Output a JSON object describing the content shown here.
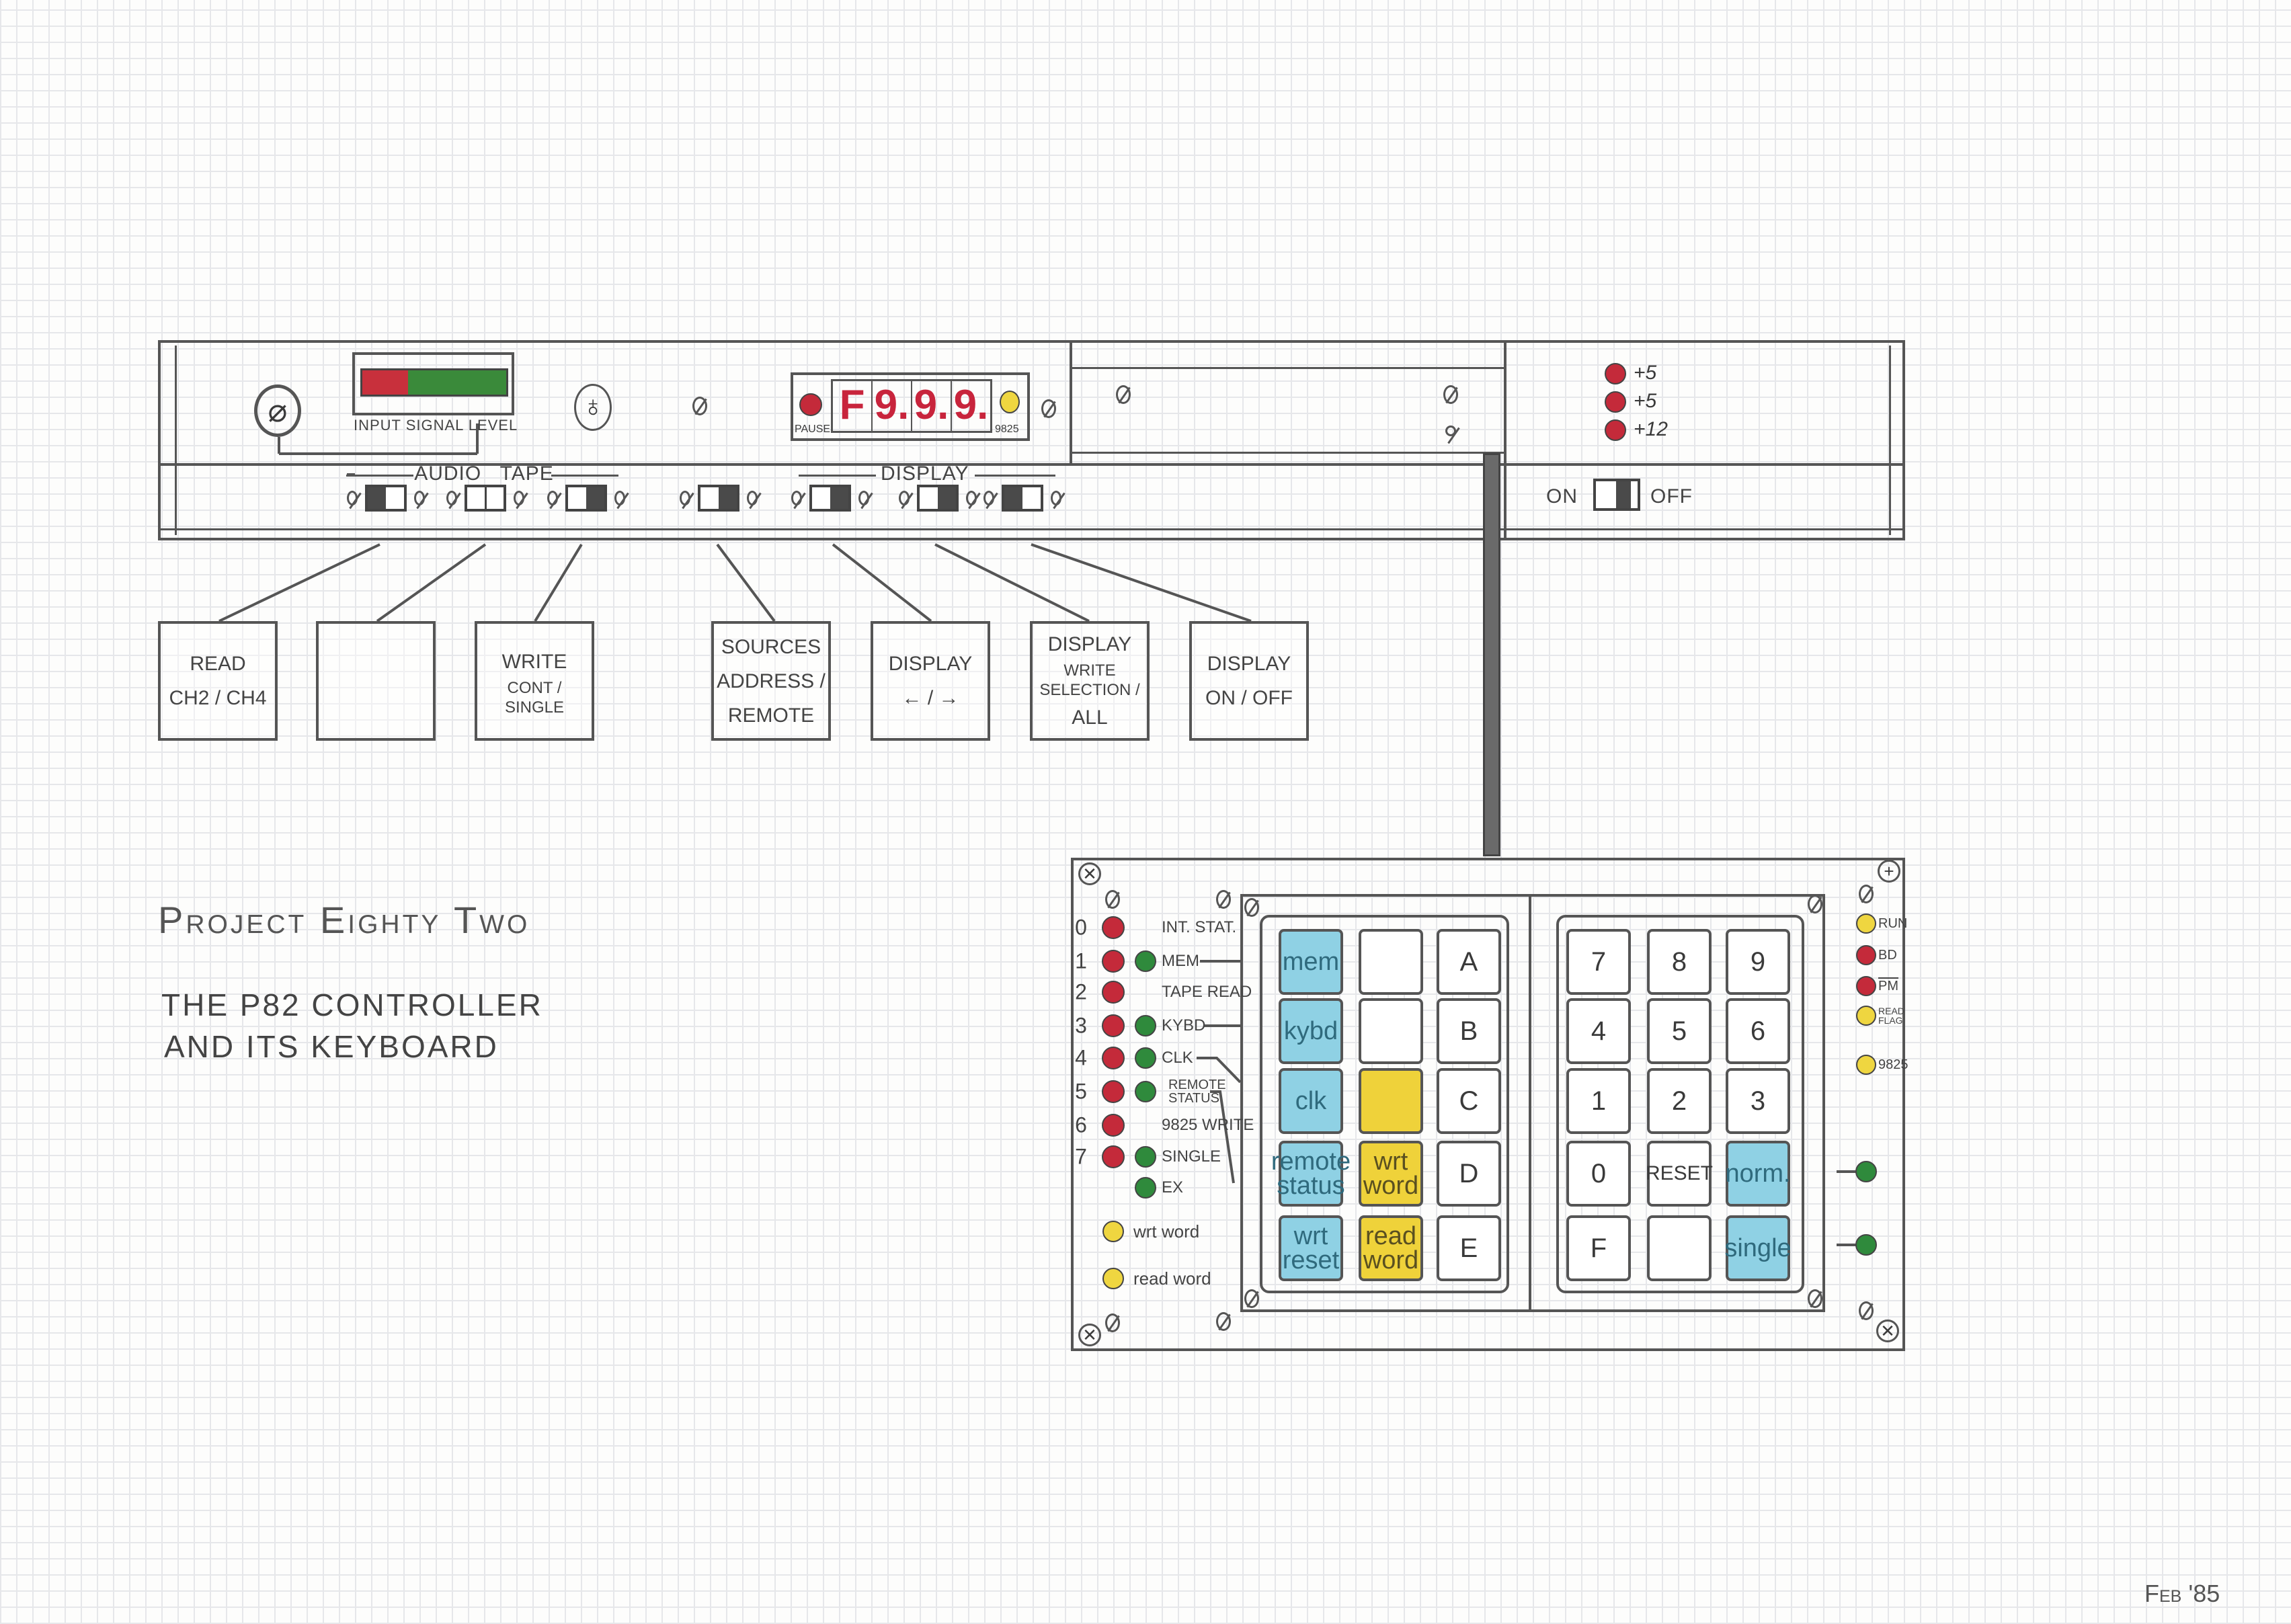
{
  "title": {
    "project": "Project Eighty Two",
    "line1": "The P82 Controller",
    "line2": "and its Keyboard",
    "date": "Feb '85"
  },
  "colors": {
    "red_led": "#c42a3a",
    "green_led": "#2f8a3c",
    "yellow_led": "#efd640",
    "blue_key": "#8fd1e4",
    "yellow_key": "#efd23a"
  },
  "front_panel": {
    "meter_label": "Input Signal Level",
    "meter_level_percent": 100,
    "display": {
      "pause_label": "PAUSE",
      "digits": [
        "F",
        "9.",
        "9.",
        "9."
      ],
      "led_9825_label": "9825"
    },
    "group_audio_tape": "Audio   Tape",
    "group_display": "Display",
    "switches": [
      {
        "id": "read",
        "state": "left"
      },
      {
        "id": "blank",
        "state": "center"
      },
      {
        "id": "write",
        "state": "right"
      },
      {
        "id": "source",
        "state": "right"
      },
      {
        "id": "display-dir",
        "state": "right"
      },
      {
        "id": "display-write",
        "state": "right"
      },
      {
        "id": "display-onoff",
        "state": "left"
      }
    ],
    "power": {
      "leds": [
        "+5",
        "+5",
        "+12"
      ],
      "on_label": "ON",
      "off_label": "OFF",
      "state": "off"
    }
  },
  "switch_labels": [
    [
      "Read",
      "CH2 / CH4"
    ],
    [
      ""
    ],
    [
      "Write",
      "Cont / Single"
    ],
    [
      "Sources",
      "Address /",
      "Remote"
    ],
    [
      "Display",
      "← / →"
    ],
    [
      "Display",
      "Write Selection /",
      "All"
    ],
    [
      "Display",
      "On / Off"
    ]
  ],
  "keyboard": {
    "left_leds": [
      {
        "num": "0",
        "red": true,
        "green": false,
        "label": "INT. STAT."
      },
      {
        "num": "1",
        "red": true,
        "green": true,
        "label": "MEM"
      },
      {
        "num": "2",
        "red": true,
        "green": false,
        "label": "TAPE READ"
      },
      {
        "num": "3",
        "red": true,
        "green": true,
        "label": "KYBD"
      },
      {
        "num": "4",
        "red": true,
        "green": true,
        "label": "CLK"
      },
      {
        "num": "5",
        "red": true,
        "green": true,
        "label": "REMOTE STATUS"
      },
      {
        "num": "6",
        "red": true,
        "green": false,
        "label": "9825 WRITE"
      },
      {
        "num": "7",
        "red": true,
        "green": true,
        "label": "SINGLE"
      },
      {
        "num": "",
        "red": false,
        "green": true,
        "label": "EX"
      }
    ],
    "yellow_leds": [
      "wrt word",
      "read word"
    ],
    "right_leds": [
      {
        "color": "yellow",
        "label": "RUN"
      },
      {
        "color": "red",
        "label": "BD"
      },
      {
        "color": "red",
        "label": "PM"
      },
      {
        "color": "yellow",
        "label": "READ FLAG"
      },
      {
        "color": "yellow",
        "label": "9825"
      }
    ],
    "left_keys": [
      [
        {
          "t": "mem",
          "c": "blue"
        },
        {
          "t": "",
          "c": "white"
        },
        {
          "t": "A",
          "c": "white"
        }
      ],
      [
        {
          "t": "kybd",
          "c": "blue"
        },
        {
          "t": "",
          "c": "white"
        },
        {
          "t": "B",
          "c": "white"
        }
      ],
      [
        {
          "t": "clk",
          "c": "blue"
        },
        {
          "t": "",
          "c": "yellow"
        },
        {
          "t": "C",
          "c": "white"
        }
      ],
      [
        {
          "t": "remote status",
          "c": "blue"
        },
        {
          "t": "wrt word",
          "c": "yellow"
        },
        {
          "t": "D",
          "c": "white"
        }
      ],
      [
        {
          "t": "wrt reset",
          "c": "blue"
        },
        {
          "t": "read word",
          "c": "yellow"
        },
        {
          "t": "E",
          "c": "white"
        }
      ]
    ],
    "right_keys": [
      [
        {
          "t": "7",
          "c": "white"
        },
        {
          "t": "8",
          "c": "white"
        },
        {
          "t": "9",
          "c": "white"
        }
      ],
      [
        {
          "t": "4",
          "c": "white"
        },
        {
          "t": "5",
          "c": "white"
        },
        {
          "t": "6",
          "c": "white"
        }
      ],
      [
        {
          "t": "1",
          "c": "white"
        },
        {
          "t": "2",
          "c": "white"
        },
        {
          "t": "3",
          "c": "white"
        }
      ],
      [
        {
          "t": "0",
          "c": "white"
        },
        {
          "t": "RESET",
          "c": "white"
        },
        {
          "t": "norm.",
          "c": "blue"
        }
      ],
      [
        {
          "t": "F",
          "c": "white"
        },
        {
          "t": "",
          "c": "white"
        },
        {
          "t": "single",
          "c": "blue"
        }
      ]
    ]
  }
}
